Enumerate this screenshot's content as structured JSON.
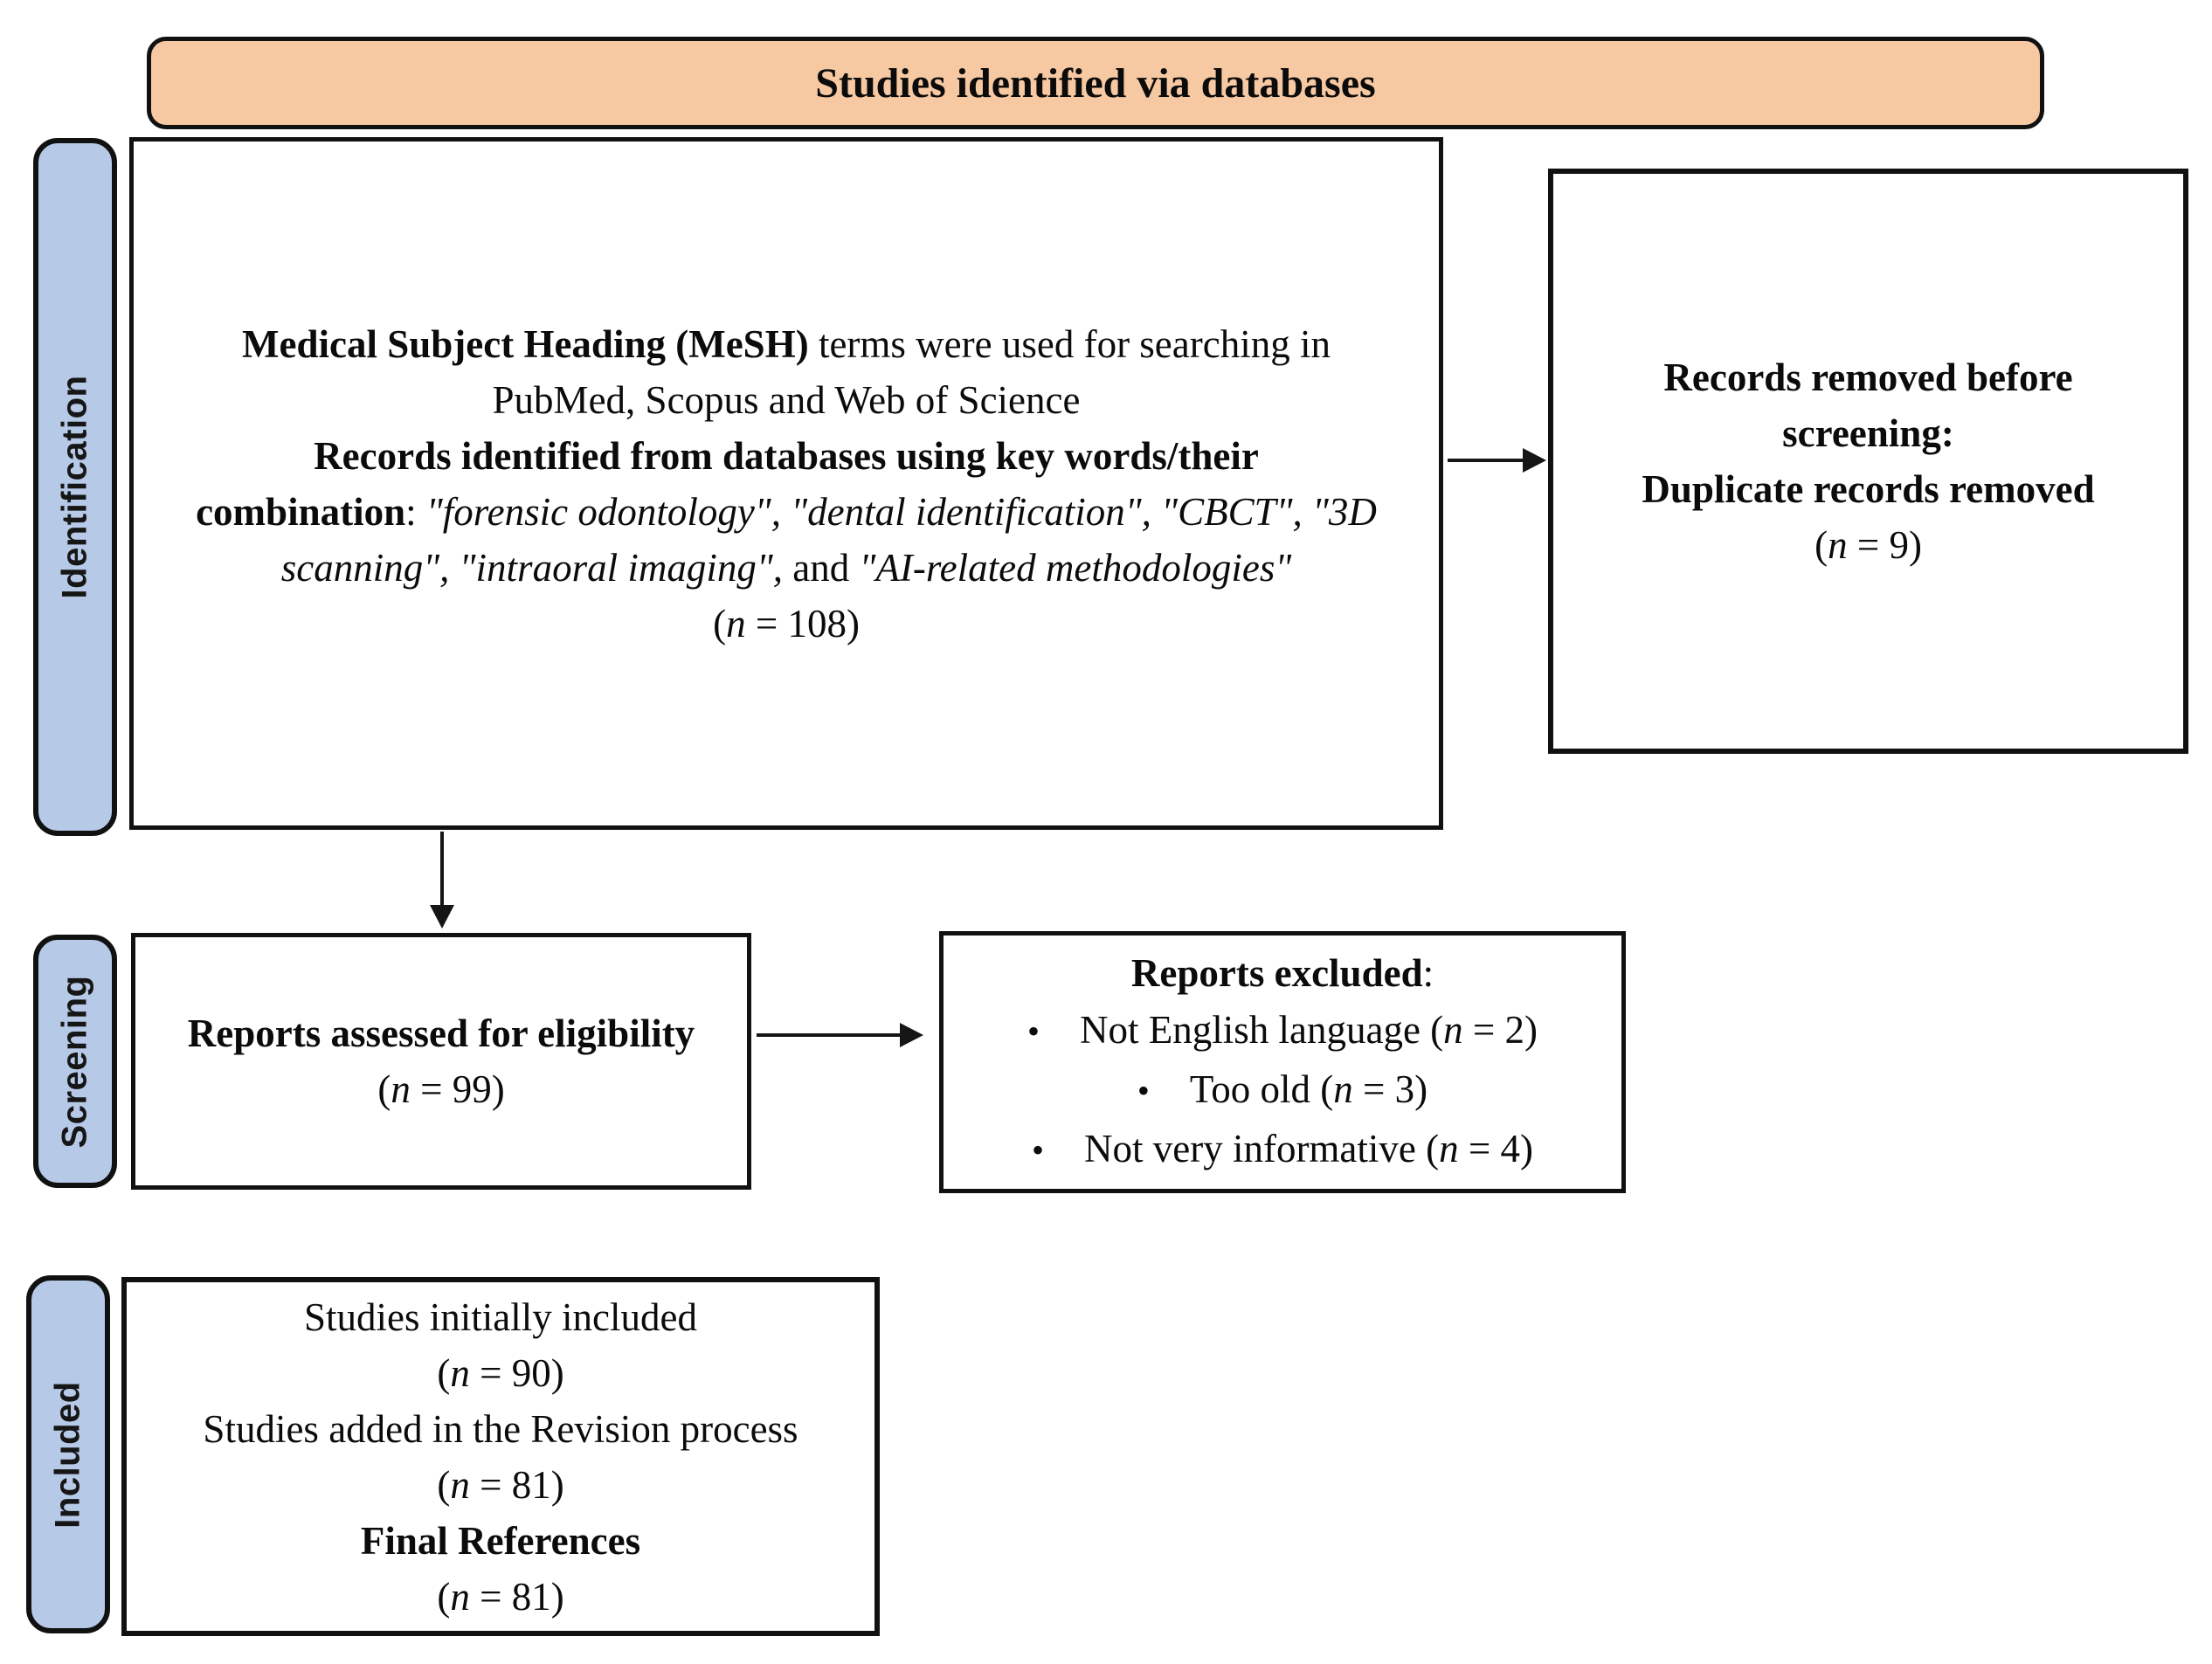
{
  "banner": {
    "label": "Studies identified via databases"
  },
  "colors": {
    "banner_fill": "#f7c9a2",
    "stage_tab_fill": "#b6cae8",
    "border": "#111111",
    "text": "#0b0b0b"
  },
  "stages": {
    "identification": {
      "label": "Identification"
    },
    "screening": {
      "label": "Screening"
    },
    "included": {
      "label": "Included"
    }
  },
  "identification_box": {
    "line1_bold": "Medical Subject Heading (MeSH)",
    "line1_rest": " terms were used for searching in",
    "line2": "PubMed, Scopus and Web of Science",
    "line3_bold": "Records identified from databases using key words/their",
    "line4_bold": "combination",
    "line4_colon": ": ",
    "line4_italic": "\"forensic odontology\", \"dental identification\", \"CBCT\", \"3D",
    "line5_italic_a": "scanning\", \"intraoral imaging\",",
    "line5_and": " and ",
    "line5_italic_b": "\"AI-related methodologies\"",
    "count": {
      "pre": "(",
      "var": "n",
      "post": " = 108)"
    }
  },
  "removed_box": {
    "title_line1": "Records removed before screening:",
    "title_line2": "Duplicate records removed",
    "count": {
      "pre": "(",
      "var": "n",
      "post": " = 9)"
    }
  },
  "eligibility_box": {
    "title": "Reports assessed for eligibility",
    "count": {
      "pre": "(",
      "var": "n",
      "post": " = 99)"
    }
  },
  "excluded_box": {
    "title_bold": "Reports excluded",
    "title_colon": ":",
    "bullets": [
      {
        "bullet": "•",
        "pre": "Not English language (",
        "var": "n",
        "post": " = 2)"
      },
      {
        "bullet": "•",
        "pre": "Too old (",
        "var": "n",
        "post": " = 3)"
      },
      {
        "bullet": "•",
        "pre": "Not very informative (",
        "var": "n",
        "post": " = 4)"
      }
    ]
  },
  "included_box": {
    "line1": "Studies initially included",
    "count1": {
      "pre": "(",
      "var": "n",
      "post": " = 90)"
    },
    "line2": "Studies added in the Revision process",
    "count2": {
      "pre": "(",
      "var": "n",
      "post": " = 81)"
    },
    "line3_bold": "Final References",
    "count3": {
      "pre": "(",
      "var": "n",
      "post": " = 81)"
    }
  }
}
